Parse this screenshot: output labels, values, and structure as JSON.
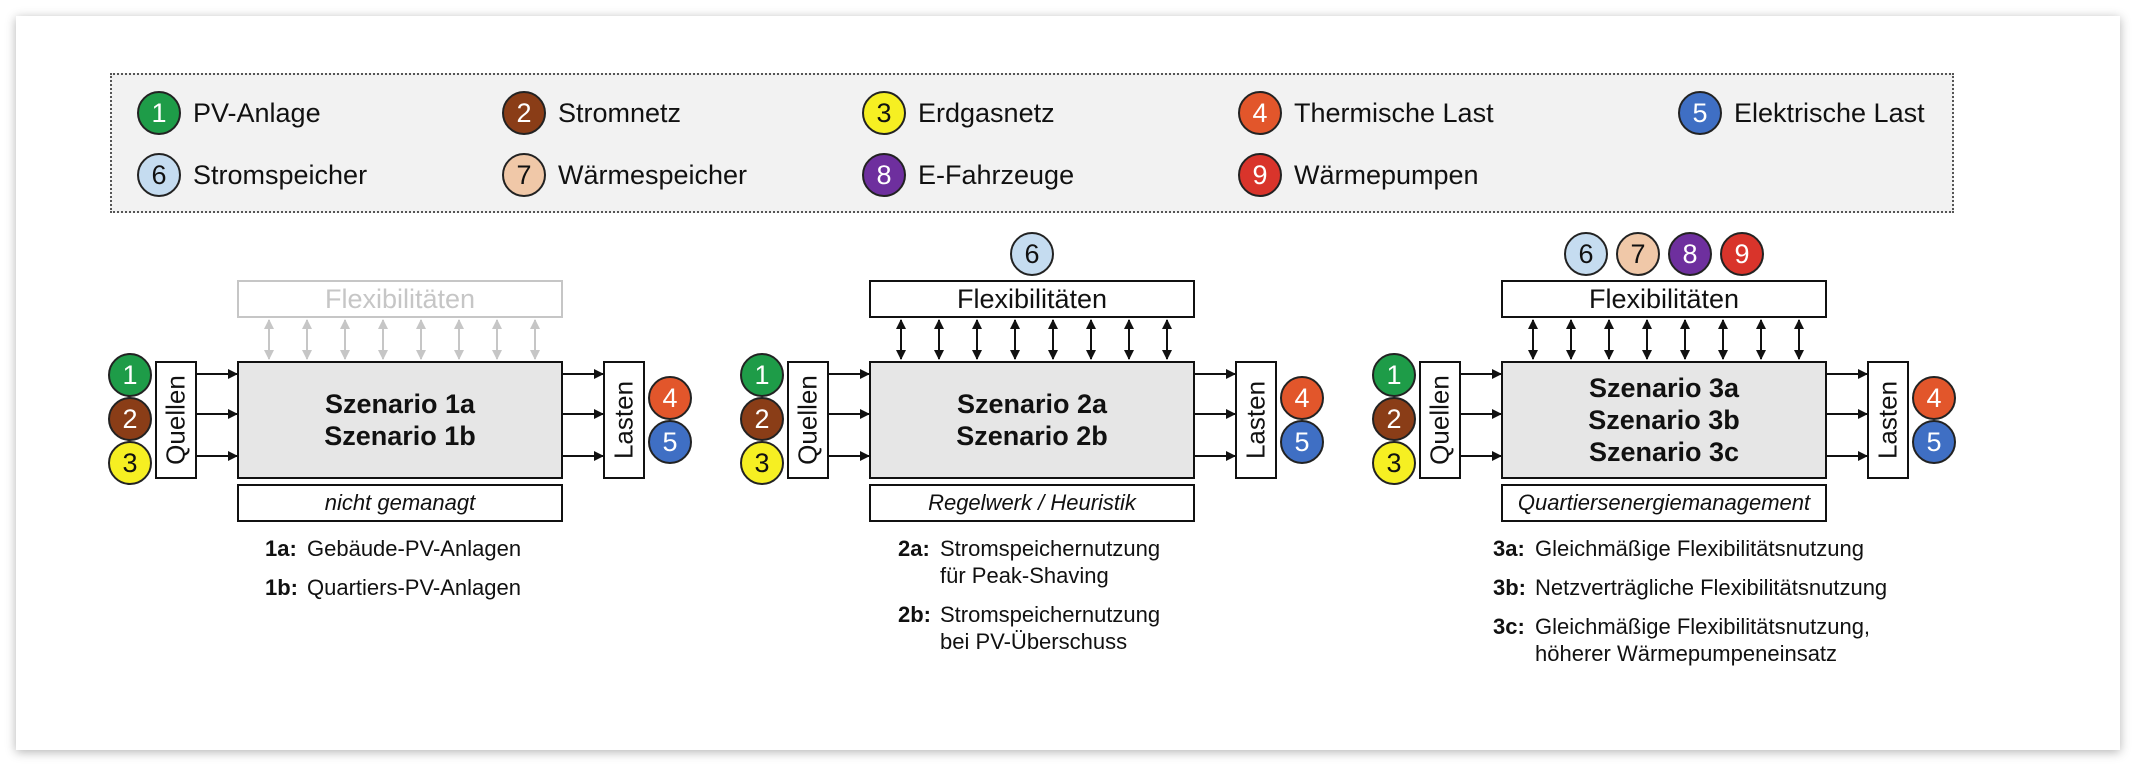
{
  "legend": [
    {
      "num": "1",
      "label": "PV-Anlage",
      "color": "#1e9c48",
      "text": "#ffffff"
    },
    {
      "num": "2",
      "label": "Stromnetz",
      "color": "#8a3d17",
      "text": "#ffffff"
    },
    {
      "num": "3",
      "label": "Erdgasnetz",
      "color": "#f6ef22",
      "text": "#111111"
    },
    {
      "num": "4",
      "label": "Thermische Last",
      "color": "#e2562b",
      "text": "#ffffff"
    },
    {
      "num": "5",
      "label": "Elektrische Last",
      "color": "#3f6fc4",
      "text": "#ffffff"
    },
    {
      "num": "6",
      "label": "Stromspeicher",
      "color": "#c5dcf0",
      "text": "#111111"
    },
    {
      "num": "7",
      "label": "Wärmespeicher",
      "color": "#f0c8a8",
      "text": "#111111"
    },
    {
      "num": "8",
      "label": "E-Fahrzeuge",
      "color": "#6e2f9e",
      "text": "#ffffff"
    },
    {
      "num": "9",
      "label": "Wärmepumpen",
      "color": "#d9342b",
      "text": "#ffffff"
    }
  ],
  "scenarios": [
    {
      "flex_label": "Flexibilitäten",
      "flex_active": false,
      "storage_badges": [],
      "source_label": "Quellen",
      "load_label": "Lasten",
      "title_lines": [
        "Szenario 1a",
        "Szenario 1b"
      ],
      "management": "nicht gemanagt",
      "descriptions": [
        {
          "key": "1a:",
          "text": "Gebäude-PV-Anlagen"
        },
        {
          "key": "1b:",
          "text": "Quartiers-PV-Anlagen"
        }
      ]
    },
    {
      "flex_label": "Flexibilitäten",
      "flex_active": true,
      "storage_badges": [
        "6"
      ],
      "source_label": "Quellen",
      "load_label": "Lasten",
      "title_lines": [
        "Szenario 2a",
        "Szenario 2b"
      ],
      "management": "Regelwerk / Heuristik",
      "descriptions": [
        {
          "key": "2a:",
          "text": "Stromspeichernutzung\nfür Peak-Shaving"
        },
        {
          "key": "2b:",
          "text": "Stromspeichernutzung\nbei PV-Überschuss"
        }
      ]
    },
    {
      "flex_label": "Flexibilitäten",
      "flex_active": true,
      "storage_badges": [
        "6",
        "7",
        "8",
        "9"
      ],
      "source_label": "Quellen",
      "load_label": "Lasten",
      "title_lines": [
        "Szenario 3a",
        "Szenario 3b",
        "Szenario 3c"
      ],
      "management": "Quartiersenergiemanagement",
      "descriptions": [
        {
          "key": "3a:",
          "text": "Gleichmäßige Flexibilitätsnutzung"
        },
        {
          "key": "3b:",
          "text": "Netzverträgliche Flexibilitätsnutzung"
        },
        {
          "key": "3c:",
          "text": "Gleichmäßige Flexibilitätsnutzung,\nhöherer Wärmepumpeneinsatz"
        }
      ]
    }
  ],
  "colors": {
    "arrow": "#111111",
    "arrow_faded": "#c6c6c6",
    "box_fill": "#e6e6e6"
  }
}
